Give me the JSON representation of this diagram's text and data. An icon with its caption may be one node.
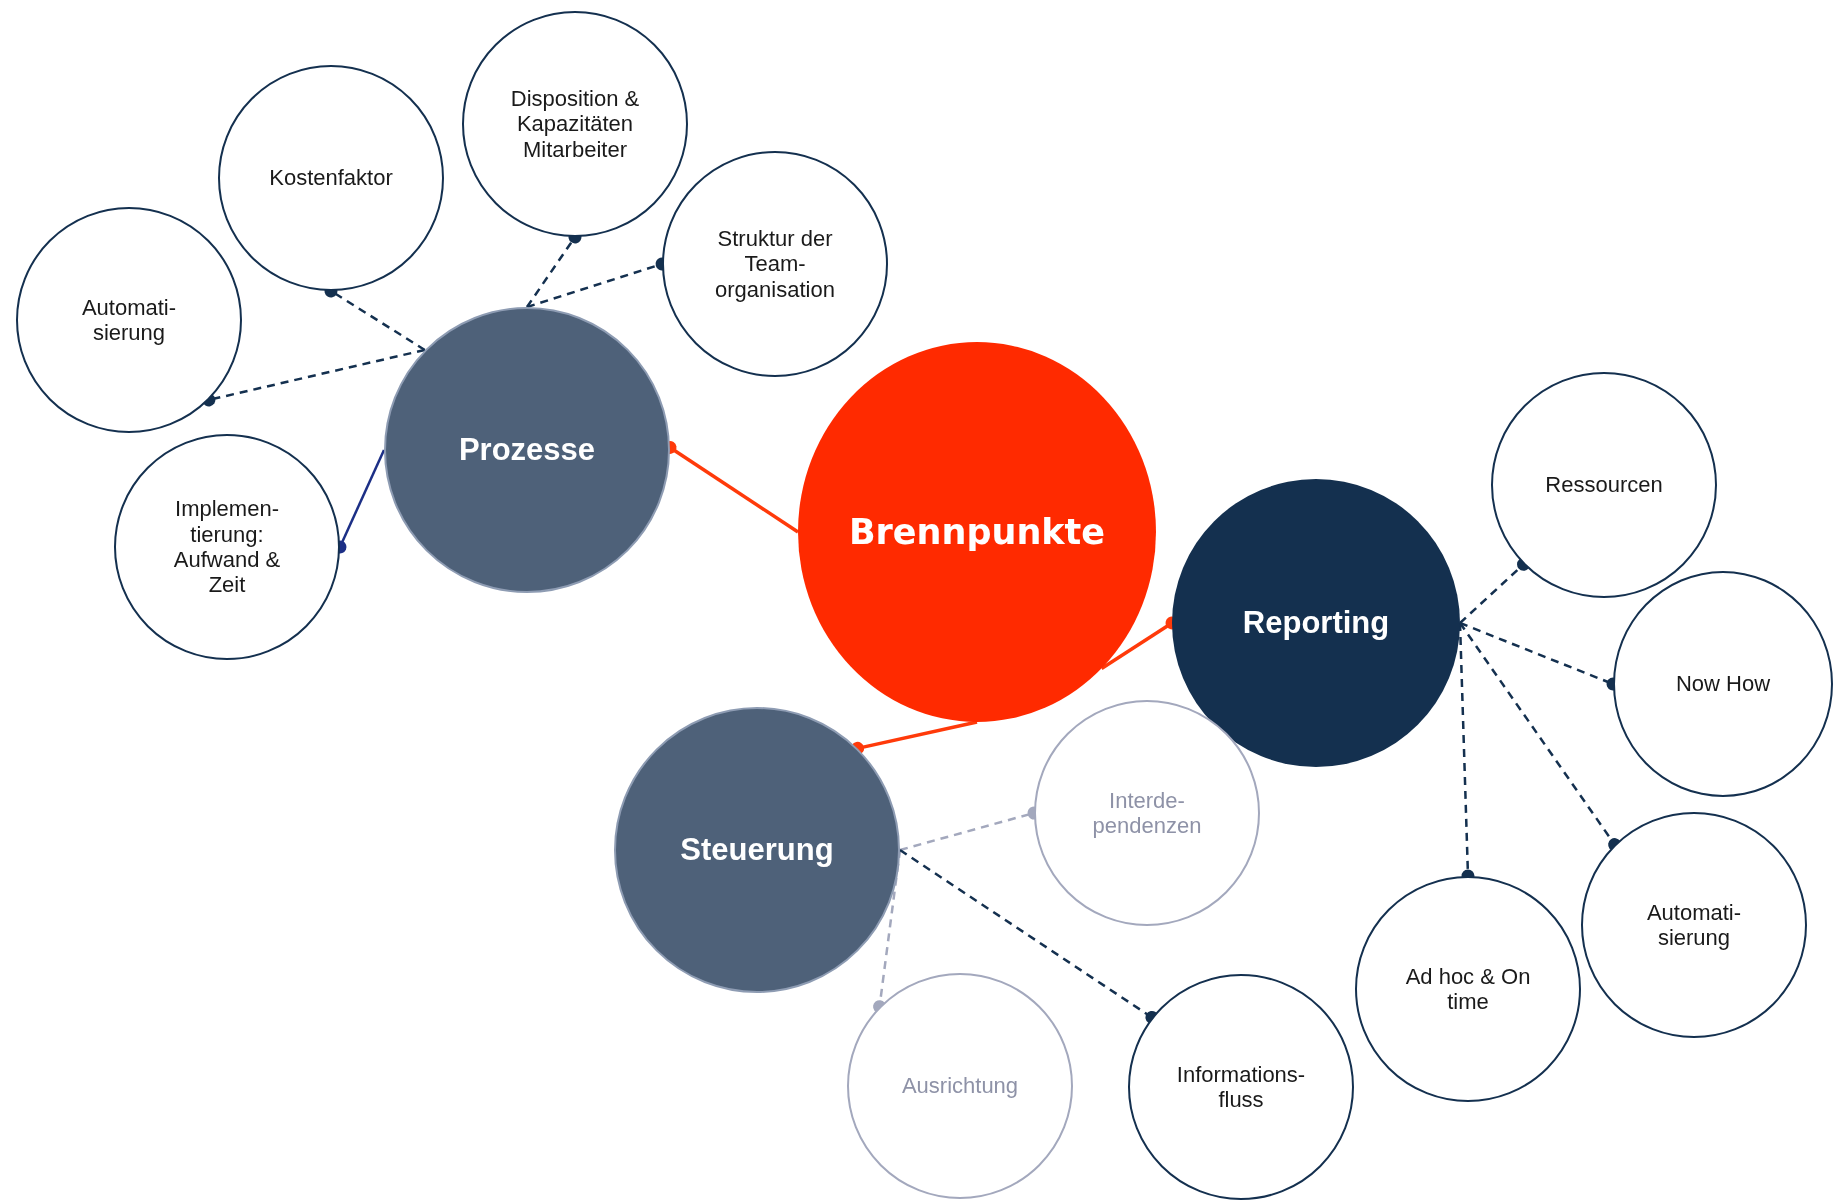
{
  "diagram": {
    "nodes": [
      {
        "text": [
          "Brennpunkte"
        ]
      },
      {
        "text": [
          "Prozesse"
        ]
      },
      {
        "text": [
          "Reporting"
        ]
      },
      {
        "text": [
          "Steuerung"
        ]
      },
      {
        "text": [
          "Automati- sierung"
        ]
      },
      {
        "text": [
          "Kostenfaktor"
        ]
      },
      {
        "text": [
          "Disposition & Kapazitäten Mitarbeiter"
        ]
      },
      {
        "text": [
          "Struktur der Team- organisation"
        ]
      },
      {
        "text": [
          "Implemen- tierung: Aufwand & Zeit"
        ]
      },
      {
        "text": [
          "Ressourcen"
        ]
      },
      {
        "text": [
          "Now How"
        ]
      },
      {
        "text": [
          "Automati- sierung"
        ]
      },
      {
        "text": [
          "Ad hoc & On time"
        ]
      },
      {
        "text": [
          "Interde- pendenzen"
        ]
      },
      {
        "text": [
          "Ausrichtung"
        ]
      },
      {
        "text": [
          "Informations- fluss"
        ]
      }
    ],
    "edges": [
      {
        "from": 0,
        "to": 1,
        "arrow": "other",
        "color": "#ff3a0a"
      },
      {
        "from": 0,
        "to": 2,
        "arrow": "other",
        "color": "#ff3a0a"
      },
      {
        "from": 0,
        "to": 3,
        "arrow": "other",
        "color": "#ff3a0a"
      },
      {
        "from": 1,
        "to": 4,
        "arrow": "other",
        "style": "dashed"
      },
      {
        "from": 1,
        "to": 5,
        "arrow": "other",
        "style": "dashed"
      },
      {
        "from": 1,
        "to": 6,
        "arrow": "other",
        "style": "dashed"
      },
      {
        "from": 1,
        "to": 7,
        "arrow": "other",
        "style": "dashed"
      },
      {
        "from": 1,
        "to": 8,
        "arrow": "other",
        "color": "#1c2f86"
      },
      {
        "from": 2,
        "to": 9,
        "arrow": "other",
        "style": "dashed"
      },
      {
        "from": 2,
        "to": 10,
        "arrow": "other",
        "style": "dashed"
      },
      {
        "from": 2,
        "to": 11,
        "arrow": "other",
        "style": "dashed"
      },
      {
        "from": 2,
        "to": 12,
        "arrow": "other",
        "style": "dashed"
      },
      {
        "from": 3,
        "to": 13,
        "arrow": "other",
        "style": "dashed",
        "color": "#a3a8bd"
      },
      {
        "from": 3,
        "to": 14,
        "arrow": "other",
        "style": "dashed",
        "color": "#a3a8bd"
      },
      {
        "from": 3,
        "to": 15,
        "arrow": "other",
        "style": "dashed"
      }
    ]
  }
}
